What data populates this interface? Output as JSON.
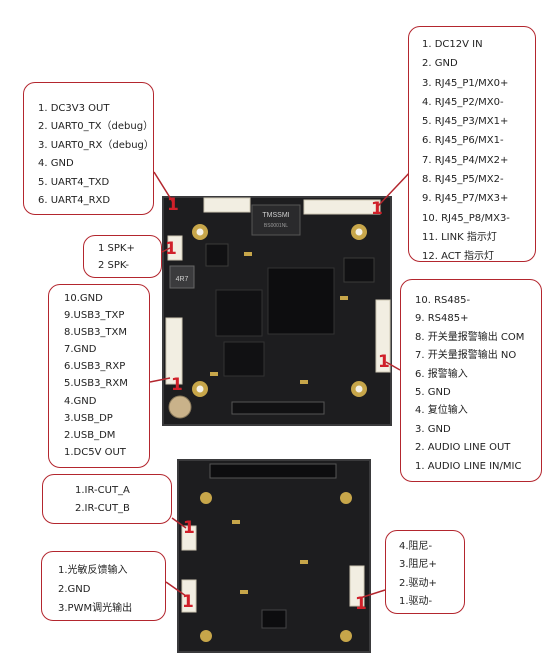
{
  "pin_marker": "1",
  "connectors": {
    "top_left": [
      "1. DC3V3 OUT",
      "2. UART0_TX（debug）",
      "3. UART0_RX（debug）",
      "4. GND",
      "5. UART4_TXD",
      "6. UART4_RXD"
    ],
    "top_right": [
      "1. DC12V IN",
      "2. GND",
      "3. RJ45_P1/MX0+",
      "4. RJ45_P2/MX0-",
      "5. RJ45_P3/MX1+",
      "6. RJ45_P6/MX1-",
      "7. RJ45_P4/MX2+",
      "8. RJ45_P5/MX2-",
      "9. RJ45_P7/MX3+",
      "10. RJ45_P8/MX3-",
      "11. LINK 指示灯",
      "12. ACT 指示灯"
    ],
    "speaker": [
      "1 SPK+",
      "2 SPK-"
    ],
    "usb": [
      "10.GND",
      "9.USB3_TXP",
      "8.USB3_TXM",
      "7.GND",
      "6.USB3_RXP",
      "5.USB3_RXM",
      "4.GND",
      "3.USB_DP",
      "2.USB_DM",
      "1.DC5V OUT"
    ],
    "alarm_audio": [
      "10. RS485-",
      "9. RS485+",
      "8. 开关量报警输出 COM",
      "7. 开关量报警输出 NO",
      "6. 报警输入",
      "5. GND",
      "4. 复位输入",
      "3. GND",
      "2. AUDIO LINE OUT",
      "1. AUDIO LINE IN/MIC"
    ],
    "ircut": [
      "1.IR-CUT_A",
      "2.IR-CUT_B"
    ],
    "light": [
      "1.光敏反馈输入",
      "2.GND",
      "3.PWM调光输出"
    ],
    "iris": [
      "4.阻尼-",
      "3.阻尼+",
      "2.驱动+",
      "1.驱动-"
    ]
  },
  "chips": {
    "top_magnetics": "TMSSMI",
    "top_magnetics_sub": "BS0001NL",
    "inductor": "4R7"
  },
  "colors": {
    "callout_border": "#b3262e",
    "pin_marker": "#d0202a",
    "pcb": "#1d1d1f",
    "connector": "#f2eee2"
  }
}
